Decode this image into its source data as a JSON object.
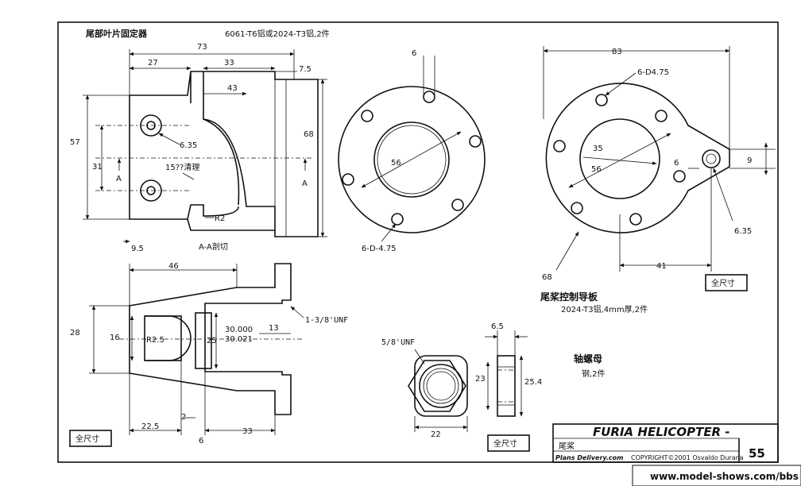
{
  "drawing": {
    "part1": {
      "title": "尾部叶片固定器",
      "material": "6061-T6铝或2024-T3铝,2件",
      "dims": {
        "d73": "73",
        "d27": "27",
        "d33": "33",
        "d75": "7.5",
        "d43": "43",
        "d57": "57",
        "d31": "31",
        "d68": "68",
        "d635": "6.35",
        "r2": "R2",
        "d95": "9.5",
        "note15": "15??清理",
        "secA1": "A",
        "secA2": "A"
      },
      "section_label": "A-A剖切"
    },
    "part2": {
      "dims": {
        "d6": "6",
        "d56": "56",
        "holes": "6-D-4.75"
      }
    },
    "part3": {
      "dims": {
        "d83": "83",
        "holes": "6-D4.75",
        "d35": "35",
        "d56": "56",
        "d6": "6",
        "d9": "9",
        "d635": "6.35",
        "d41": "41",
        "d68": "68"
      },
      "scale_box": "全尺寸",
      "title": "尾桨控制导板",
      "material": "2024-T3铝,4mm厚,2件"
    },
    "part4": {
      "dims": {
        "d46": "46",
        "d28": "28",
        "d16": "16",
        "r25": "R2.5",
        "d25": "25",
        "d30a": "30.000",
        "d30b": "30.021",
        "d13": "13",
        "thread": "1-3/8'UNF",
        "d225": "22.5",
        "d2": "2",
        "d6": "6",
        "d33": "33"
      },
      "scale_box": "全尺寸"
    },
    "part5": {
      "dims": {
        "thread": "5/8'UNF",
        "d65": "6.5",
        "d23": "23",
        "d254": "25.4",
        "d22": "22"
      },
      "scale_box": "全尺寸",
      "title": "轴螺母",
      "material": "钢,2件"
    },
    "title_block": {
      "name": "FURIA HELICOPTER -",
      "subtitle": "尾桨",
      "page": "55",
      "brand": "Plans Delivery.com",
      "copyright": "COPYRIGHT©2001 Osvaldo Durana"
    },
    "watermark": "www.model-shows.com/bbs"
  }
}
